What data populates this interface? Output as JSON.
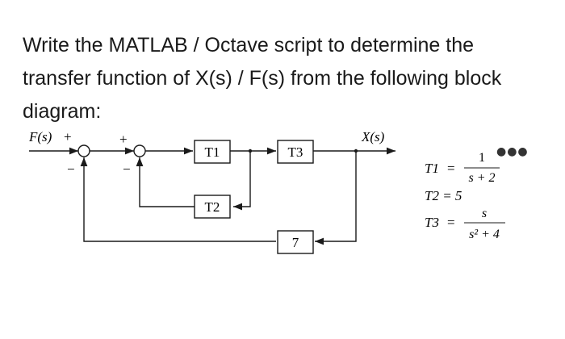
{
  "question": {
    "line1": "Write the MATLAB / Octave script to determine the",
    "line2": "transfer function of X(s) / F(s) from the following block",
    "line3": "diagram:"
  },
  "diagram": {
    "input_label": "F(s)",
    "input_sign": "+",
    "sum2_plus": "+",
    "sum1_minus": "−",
    "sum2_minus": "−",
    "output_label": "X(s)",
    "blocks": {
      "t1": "T1",
      "t2": "T2",
      "t3": "T3",
      "gain": "7"
    }
  },
  "equations": {
    "t1": {
      "lhs": "T1",
      "numerator": "1",
      "denominator": "s + 2"
    },
    "t2": {
      "text": "T2 = 5"
    },
    "t3": {
      "lhs": "T3",
      "numerator": "s",
      "denominator": "s² + 4"
    }
  },
  "more_icon": "more-dots-icon",
  "more_glyph": "●●●"
}
